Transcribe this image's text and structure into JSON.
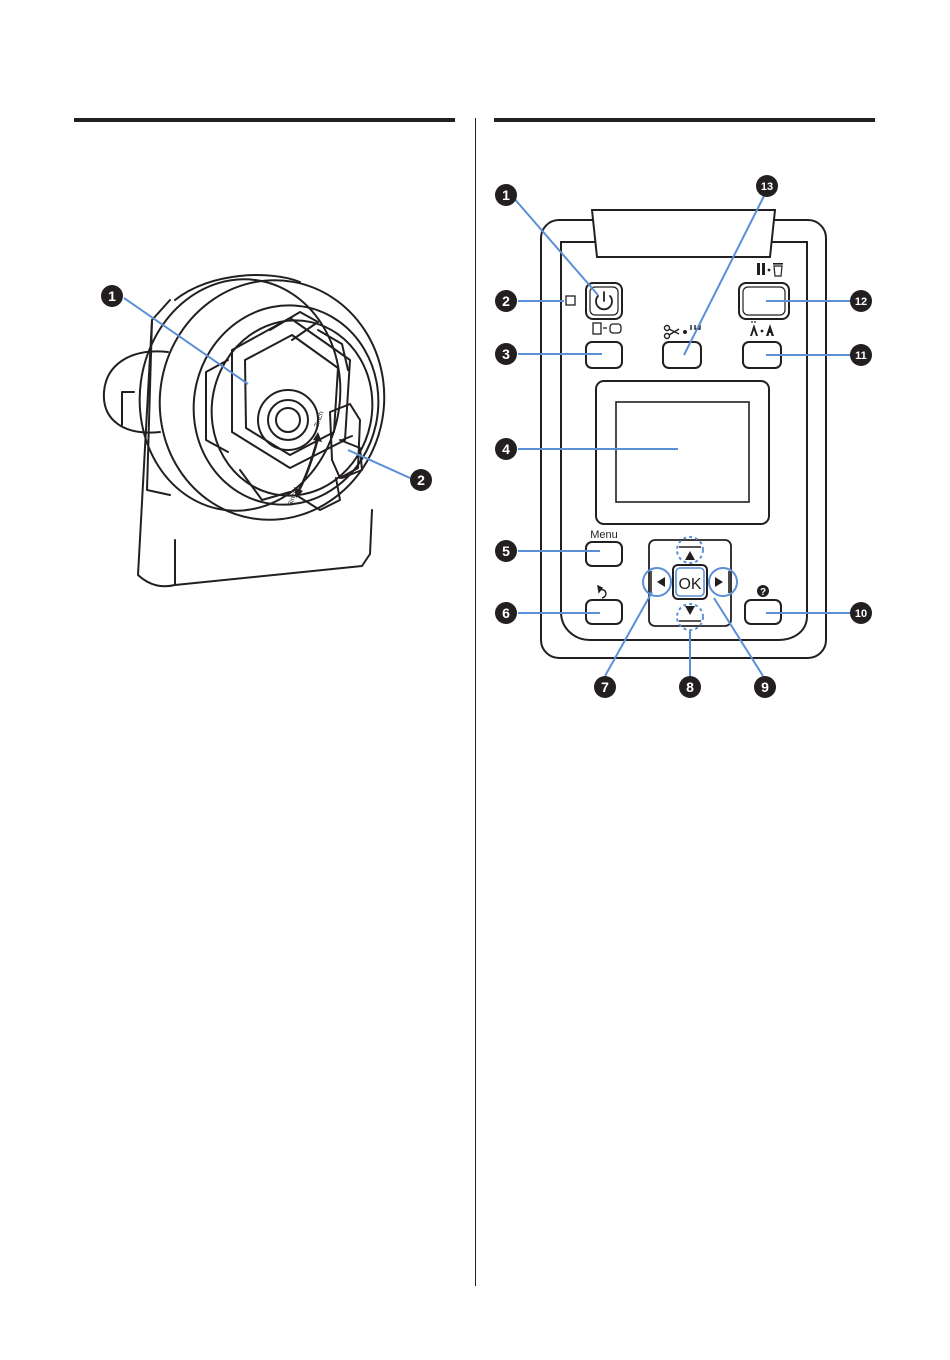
{
  "colors": {
    "ink": "#231f20",
    "leader": "#5b8fd6",
    "panel_fill": "#ffffff"
  },
  "adapter": {
    "callouts": [
      {
        "num": "1"
      },
      {
        "num": "2"
      }
    ],
    "lever_text_top": "2inch",
    "lever_text_bottom": "3inch"
  },
  "panel": {
    "callouts": [
      {
        "num": "1"
      },
      {
        "num": "2"
      },
      {
        "num": "3"
      },
      {
        "num": "4"
      },
      {
        "num": "5"
      },
      {
        "num": "6"
      },
      {
        "num": "7"
      },
      {
        "num": "8"
      },
      {
        "num": "9"
      },
      {
        "num": "10"
      },
      {
        "num": "11"
      },
      {
        "num": "12"
      },
      {
        "num": "13"
      }
    ],
    "menu_label": "Menu",
    "ok_label": "OK",
    "pause_cancel_icon": "pause-delete-icon",
    "cut_icon": "scissors-icon",
    "media_icon": "sheet-to-roll-icon",
    "maintenance_icon": "head-clean-icon",
    "help_icon": "question-icon",
    "back_icon": "return-arrow-icon",
    "power_icon": "power-icon"
  }
}
